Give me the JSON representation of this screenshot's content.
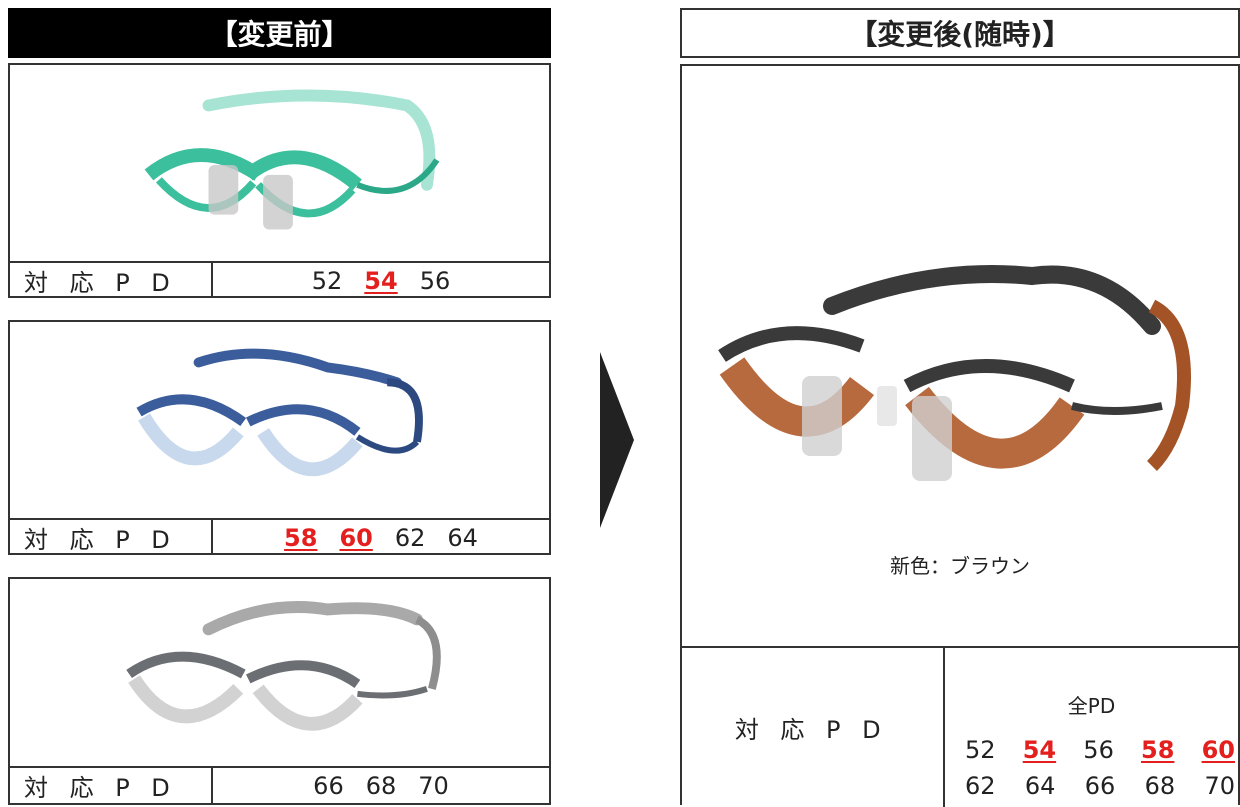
{
  "before": {
    "header": "【変更前】",
    "pd_label": "対応PD",
    "rows": [
      {
        "frame_color": "#3bbf9c",
        "values": [
          {
            "v": "52",
            "hl": false
          },
          {
            "v": "54",
            "hl": true
          },
          {
            "v": "56",
            "hl": false
          }
        ]
      },
      {
        "frame_color": "#3b5d9c",
        "values": [
          {
            "v": "58",
            "hl": true
          },
          {
            "v": "60",
            "hl": true
          },
          {
            "v": "62",
            "hl": false
          },
          {
            "v": "64",
            "hl": false
          }
        ]
      },
      {
        "frame_color": "#6b6e73",
        "values": [
          {
            "v": "66",
            "hl": false
          },
          {
            "v": "68",
            "hl": false
          },
          {
            "v": "70",
            "hl": false
          }
        ]
      }
    ]
  },
  "after": {
    "header": "【変更後(随時)】",
    "caption": "新色：ブラウン",
    "pd_label": "対応PD",
    "all_pd": "全PD",
    "lines": [
      [
        {
          "v": "52",
          "hl": false
        },
        {
          "v": "54",
          "hl": true
        },
        {
          "v": "56",
          "hl": false
        },
        {
          "v": "58",
          "hl": true
        },
        {
          "v": "60",
          "hl": true
        }
      ],
      [
        {
          "v": "62",
          "hl": false
        },
        {
          "v": "64",
          "hl": false
        },
        {
          "v": "66",
          "hl": false
        },
        {
          "v": "68",
          "hl": false
        },
        {
          "v": "70",
          "hl": false
        }
      ]
    ],
    "frame_color": "#b05a2a"
  },
  "colors": {
    "highlight": "#e4201f",
    "header_bg": "#000000"
  }
}
